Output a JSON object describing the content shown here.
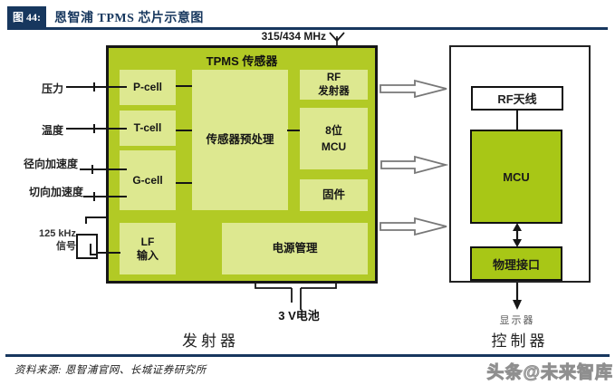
{
  "header": {
    "fig_label": "图 44:",
    "title": "恩智浦 TPMS 芯片示意图"
  },
  "transmitter": {
    "freq_label": "315/434 MHz",
    "box_title": "TPMS 传感器",
    "blocks": {
      "p_cell": "P-cell",
      "t_cell": "T-cell",
      "g_cell": "G-cell",
      "preprocess": "传感器预处理",
      "rf_tx": [
        "RF",
        "发射器"
      ],
      "mcu8": [
        "8位",
        "MCU"
      ],
      "firmware": "固件",
      "lf_input": [
        "LF",
        "输入"
      ],
      "power_mgmt": "电源管理"
    },
    "inputs": [
      {
        "label": "压力"
      },
      {
        "label": "温度"
      },
      {
        "label": "径向加速度"
      },
      {
        "label": "切向加速度"
      }
    ],
    "lf_signal": [
      "125 kHz",
      "信号"
    ],
    "battery_label": "3 V电池",
    "caption": "发射器"
  },
  "controller": {
    "rf_antenna": "RF天线",
    "mcu": "MCU",
    "phy_interface": "物理接口",
    "display_label": "显示器",
    "caption": "控制器"
  },
  "footer": {
    "source": "资料来源: 恩智浦官网、长城证券研究所",
    "watermark": "头条@未来智库"
  },
  "colors": {
    "navy": "#17375e",
    "outer_green": "#b2ca25",
    "light_green": "#dde890",
    "right_green": "#a8c716"
  }
}
